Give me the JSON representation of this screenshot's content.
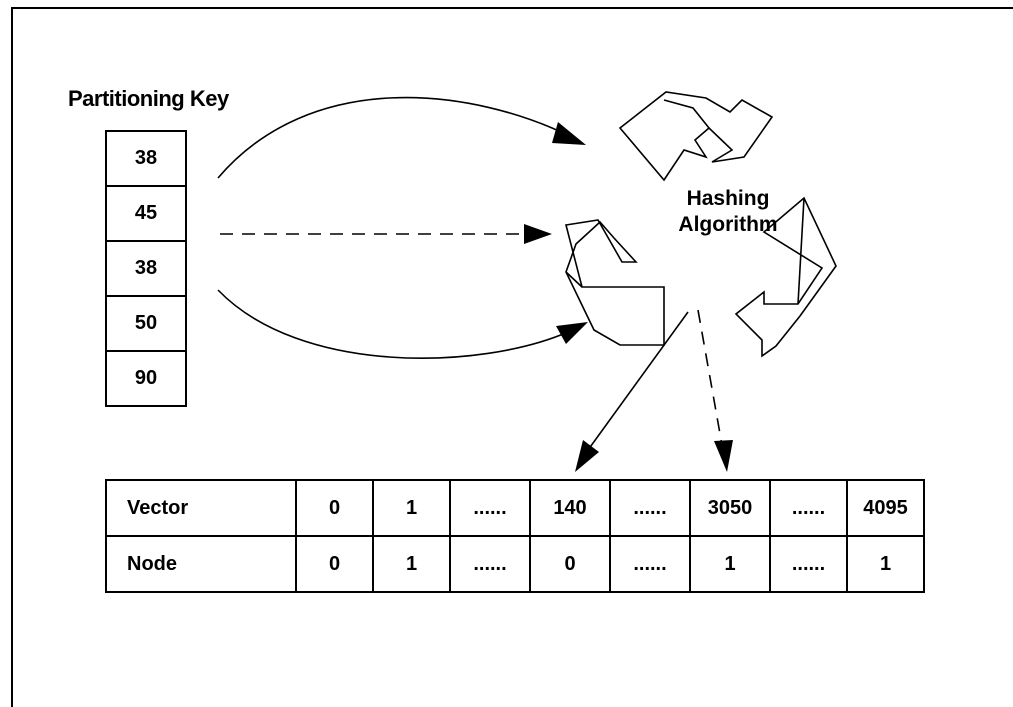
{
  "partitioning_key": {
    "title": "Partitioning Key",
    "values": [
      "38",
      "45",
      "38",
      "50",
      "90"
    ]
  },
  "hashing": {
    "line1": "Hashing",
    "line2": "Algorithm"
  },
  "vector_table": {
    "row_labels": [
      "Vector",
      "Node"
    ],
    "vector": [
      "0",
      "1",
      "......",
      "140",
      "......",
      "3050",
      "......",
      "4095"
    ],
    "node": [
      "0",
      "1",
      "......",
      "0",
      "......",
      "1",
      "......",
      "1"
    ]
  }
}
